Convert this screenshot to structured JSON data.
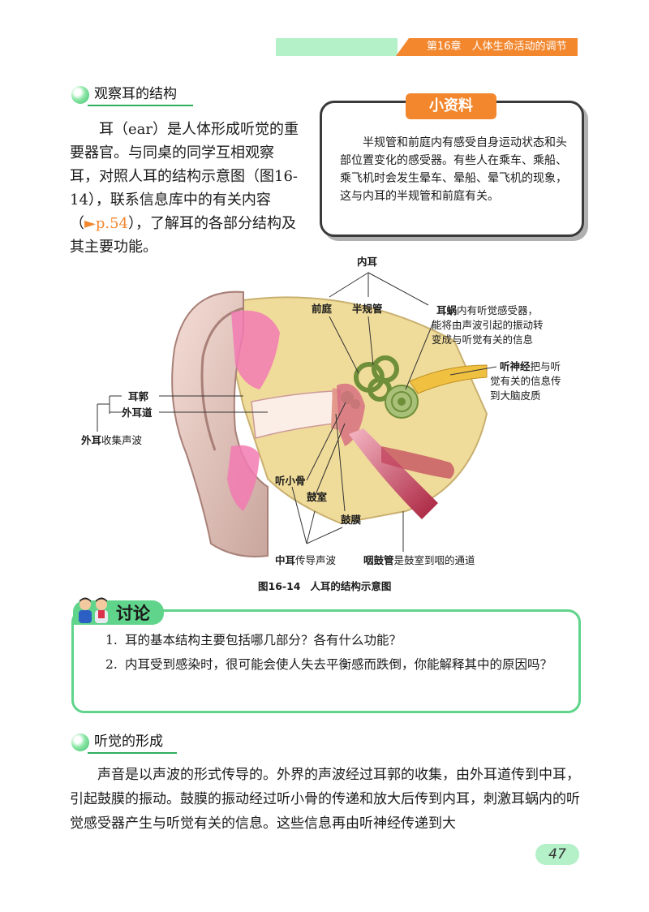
{
  "header": {
    "chapter": "第16章　人体生命活动的调节"
  },
  "section1": {
    "title": "观察耳的结构"
  },
  "intro": {
    "text_a": "耳（ear）是人体形成听觉的重要器官。与同桌的同学互相观察耳，对照人耳的结构示意图（图16-14），联系信息库中的有关内容（",
    "link": "►p.54",
    "text_b": "），了解耳的各部分结构及其主要功能。"
  },
  "info_box": {
    "title": "小资料",
    "text": "半规管和前庭内有感受自身运动状态和头部位置变化的感受器。有些人在乘车、乘船、乘飞机时会发生晕车、晕船、晕飞机的现象，这与内耳的半规管和前庭有关。"
  },
  "figure": {
    "labels": {
      "inner_ear": "内耳",
      "vestibule": "前庭",
      "semicircular": "半规管",
      "cochlea_term": "耳蜗",
      "cochlea_desc1": "内有听觉感受器，",
      "cochlea_desc2": "能将由声波引起的振动转",
      "cochlea_desc3": "变成与听觉有关的信息",
      "nerve_term": "听神经",
      "nerve_desc1": "把与听",
      "nerve_desc2": "觉有关的信息传",
      "nerve_desc3": "到大脑皮质",
      "auricle": "耳郭",
      "canal": "外耳道",
      "outer_term": "外耳",
      "outer_desc": "收集声波",
      "ossicles": "听小骨",
      "tympanic_cavity": "鼓室",
      "eardrum": "鼓膜",
      "middle_term": "中耳",
      "middle_desc": "传导声波",
      "tube_term": "咽鼓管",
      "tube_desc": "是鼓室到咽的通道"
    },
    "caption_num": "图16-14",
    "caption_text": "人耳的结构示意图"
  },
  "discussion": {
    "title": "讨论",
    "q1_num": "1.",
    "q1": "耳的基本结构主要包括哪几部分？各有什么功能？",
    "q2_num": "2.",
    "q2": "内耳受到感染时，很可能会使人失去平衡感而跌倒，你能解释其中的原因吗？"
  },
  "section2": {
    "title": "听觉的形成"
  },
  "body2": "声音是以声波的形式传导的。外界的声波经过耳郭的收集，由外耳道传到中耳，引起鼓膜的振动。鼓膜的振动经过听小骨的传递和放大后传到内耳，刺激耳蜗内的听觉感受器产生与听觉有关的信息。这些信息再由听神经传递到大",
  "page_number": "47",
  "colors": {
    "accent_green": "#5fd48a",
    "accent_orange": "#f2872e"
  }
}
